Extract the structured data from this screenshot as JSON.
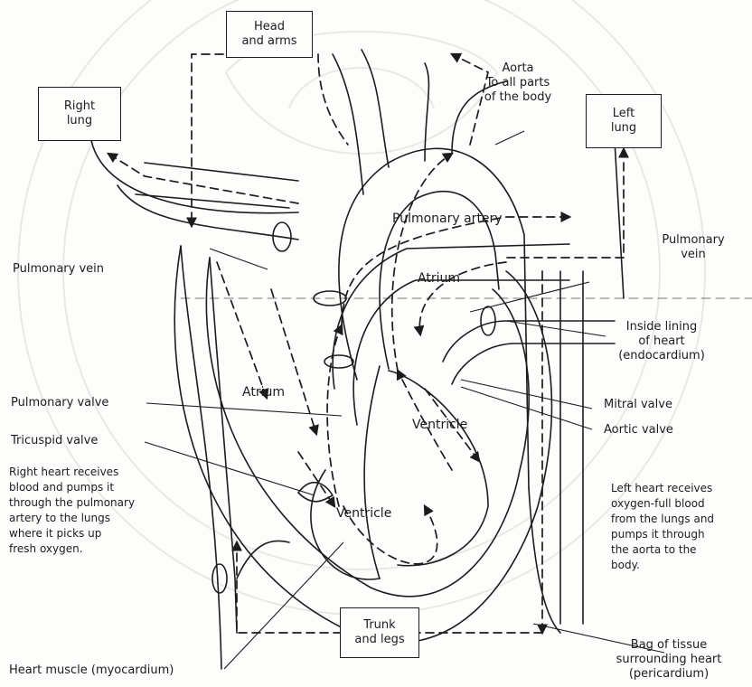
{
  "boxes": {
    "head_arms": "Head\nand arms",
    "right_lung": "Right\nlung",
    "left_lung": "Left\nlung",
    "trunk_legs": "Trunk\nand legs"
  },
  "labels": {
    "aorta": "Aorta\nTo all parts\nof the body",
    "pulmonary_artery": "Pulmonary artery",
    "pulmonary_vein_left": "Pulmonary vein",
    "pulmonary_vein_right": "Pulmonary\nvein",
    "atrium_left_side": "Atrium",
    "atrium_right_side": "Atrium",
    "ventricle_right_side": "Ventricle",
    "ventricle_left_side": "Ventricle",
    "inside_lining": "Inside lining\nof heart\n(endocardium)",
    "mitral_valve": "Mitral valve",
    "aortic_valve": "Aortic valve",
    "pulmonary_valve": "Pulmonary valve",
    "tricuspid_valve": "Tricuspid valve",
    "heart_muscle": "Heart muscle (myocardium)",
    "bag_of_tissue": "Bag of tissue\nsurrounding heart\n(pericardium)"
  },
  "descriptions": {
    "right_heart": "Right heart receives\nblood and pumps it\nthrough the pulmonary\nartery to the lungs\nwhere it picks up\nfresh oxygen.",
    "left_heart": "Left heart receives\noxygen-full blood\nfrom the lungs and\npumps it through\nthe aorta to the\nbody."
  }
}
